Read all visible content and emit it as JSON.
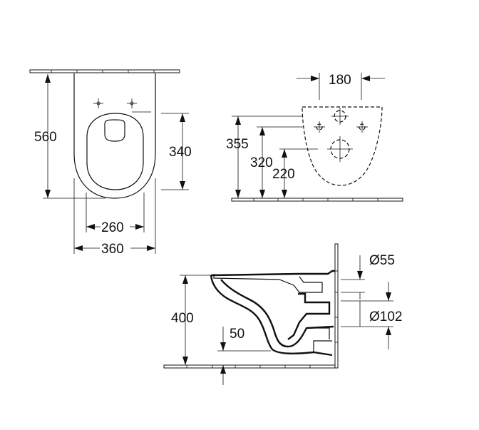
{
  "top_view": {
    "depth": "560",
    "seat_length": "340",
    "inner_width": "260",
    "outer_width": "360"
  },
  "rear_view": {
    "fixing_spacing": "180",
    "upper_height": "355",
    "fixing_height": "320",
    "outlet_height": "220"
  },
  "side_view": {
    "rim_height": "400",
    "trap_depth": "50",
    "inlet_diameter": "Ø55",
    "outlet_diameter": "Ø102"
  }
}
